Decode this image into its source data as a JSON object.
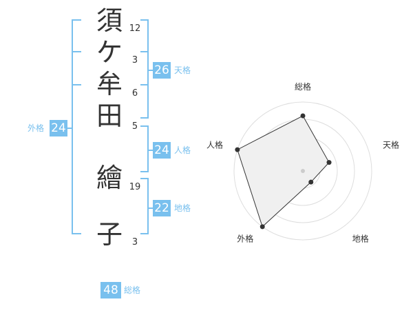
{
  "name_chars": [
    "須",
    "ケ",
    "牟",
    "田",
    "繪",
    "子"
  ],
  "strokes": [
    "12",
    "3",
    "6",
    "5",
    "19",
    "3"
  ],
  "fortunes": {
    "tenkaku": {
      "value": "26",
      "label": "天格"
    },
    "jinkaku": {
      "value": "24",
      "label": "人格"
    },
    "chikaku": {
      "value": "22",
      "label": "地格"
    },
    "gaikaku": {
      "value": "24",
      "label": "外格"
    },
    "soukaku": {
      "value": "48",
      "label": "総格"
    }
  },
  "chart_data": {
    "type": "radar",
    "axes": [
      "総格",
      "天格",
      "地格",
      "外格",
      "人格"
    ],
    "values": [
      0.8,
      0.4,
      0.2,
      1.0,
      1.0
    ],
    "range": [
      0,
      1
    ],
    "rings": 4,
    "colors": {
      "fill": "#f0f0f0",
      "stroke": "#333333",
      "ring": "#dddddd"
    }
  }
}
